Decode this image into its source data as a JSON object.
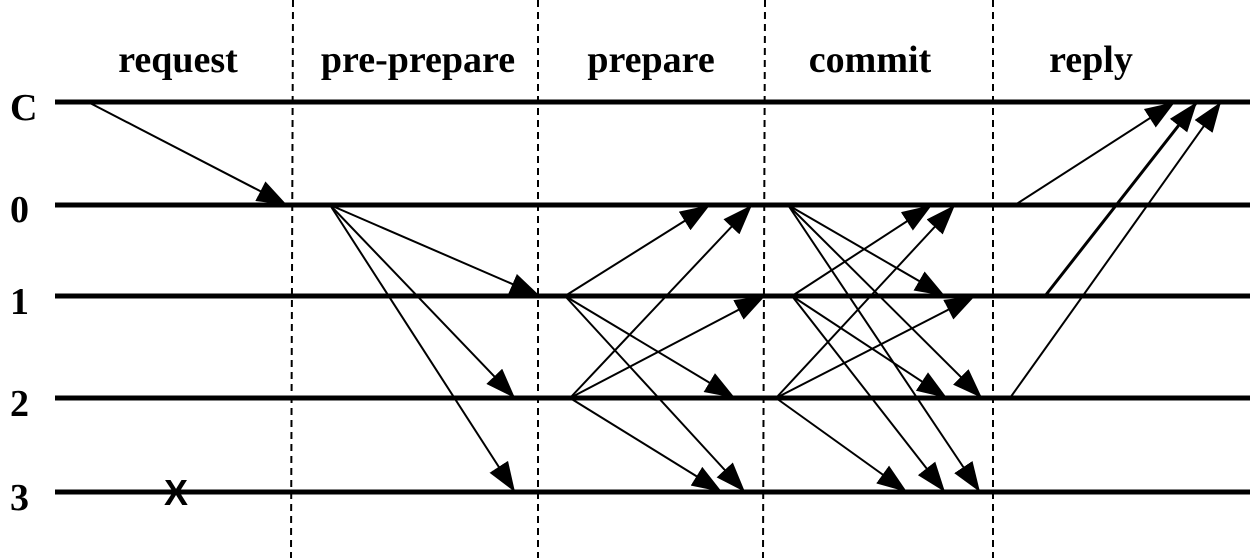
{
  "phases": [
    "request",
    "pre-prepare",
    "prepare",
    "commit",
    "reply"
  ],
  "nodes": [
    "C",
    "0",
    "1",
    "2",
    "3"
  ],
  "failed_marker": "X",
  "messages": [
    {
      "phase": "request",
      "from": "C",
      "to": "0"
    },
    {
      "phase": "pre-prepare",
      "from": "0",
      "to": "1"
    },
    {
      "phase": "pre-prepare",
      "from": "0",
      "to": "2"
    },
    {
      "phase": "pre-prepare",
      "from": "0",
      "to": "3"
    },
    {
      "phase": "prepare",
      "from": "1",
      "to": "0"
    },
    {
      "phase": "prepare",
      "from": "1",
      "to": "2"
    },
    {
      "phase": "prepare",
      "from": "1",
      "to": "3"
    },
    {
      "phase": "prepare",
      "from": "2",
      "to": "0"
    },
    {
      "phase": "prepare",
      "from": "2",
      "to": "1"
    },
    {
      "phase": "prepare",
      "from": "2",
      "to": "3"
    },
    {
      "phase": "commit",
      "from": "0",
      "to": "1"
    },
    {
      "phase": "commit",
      "from": "0",
      "to": "2"
    },
    {
      "phase": "commit",
      "from": "0",
      "to": "3"
    },
    {
      "phase": "commit",
      "from": "1",
      "to": "0"
    },
    {
      "phase": "commit",
      "from": "1",
      "to": "2"
    },
    {
      "phase": "commit",
      "from": "1",
      "to": "3"
    },
    {
      "phase": "commit",
      "from": "2",
      "to": "0"
    },
    {
      "phase": "commit",
      "from": "2",
      "to": "1"
    },
    {
      "phase": "commit",
      "from": "2",
      "to": "3"
    },
    {
      "phase": "reply",
      "from": "0",
      "to": "C"
    },
    {
      "phase": "reply",
      "from": "1",
      "to": "C"
    },
    {
      "phase": "reply",
      "from": "2",
      "to": "C"
    }
  ]
}
